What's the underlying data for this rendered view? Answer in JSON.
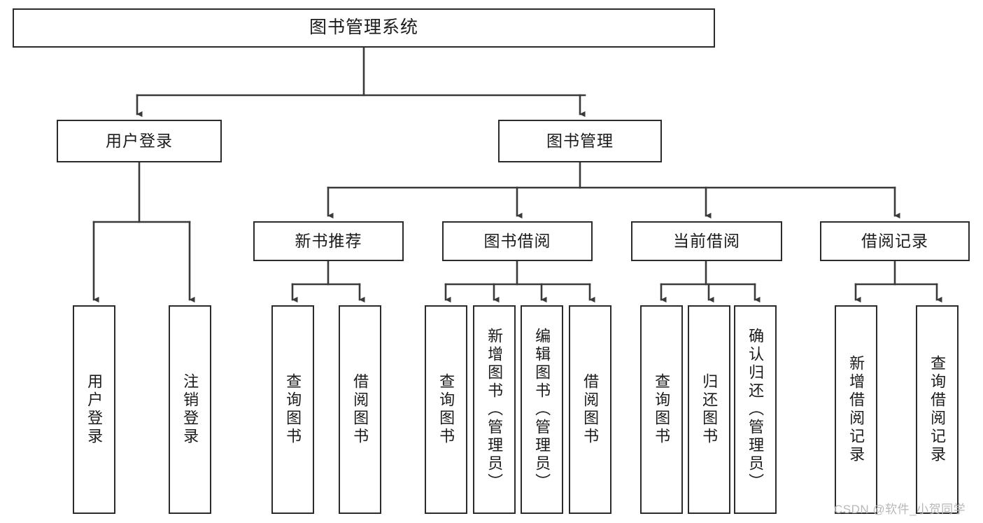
{
  "diagram": {
    "type": "tree-hierarchy-chart",
    "title": "图书管理系统",
    "background_color": "#ffffff",
    "box_border_color": "#2b2b2b",
    "text_color": "#1b1b1b",
    "watermark": "CSDN @软件_小贺同学",
    "nodes": {
      "root": {
        "label": "图书管理系统",
        "orientation": "horizontal"
      },
      "level1": [
        {
          "id": "user-login",
          "label": "用户登录",
          "orientation": "horizontal"
        },
        {
          "id": "book-management",
          "label": "图书管理",
          "orientation": "horizontal"
        }
      ],
      "level2": [
        {
          "id": "new-book-recommend",
          "label": "新书推荐",
          "orientation": "horizontal"
        },
        {
          "id": "book-borrow",
          "label": "图书借阅",
          "orientation": "horizontal"
        },
        {
          "id": "current-borrow",
          "label": "当前借阅",
          "orientation": "horizontal"
        },
        {
          "id": "borrow-record",
          "label": "借阅记录",
          "orientation": "horizontal"
        }
      ],
      "leaves": [
        {
          "id": "leaf-user-login",
          "parent": "user-login",
          "label": "用户登录",
          "orientation": "vertical"
        },
        {
          "id": "leaf-user-logout",
          "parent": "user-login",
          "label": "注销登录",
          "orientation": "vertical"
        },
        {
          "id": "leaf-query-book-1",
          "parent": "new-book-recommend",
          "label": "查询图书",
          "orientation": "vertical"
        },
        {
          "id": "leaf-borrow-book-1",
          "parent": "new-book-recommend",
          "label": "借阅图书",
          "orientation": "vertical"
        },
        {
          "id": "leaf-query-book-2",
          "parent": "book-borrow",
          "label": "查询图书",
          "orientation": "vertical"
        },
        {
          "id": "leaf-add-book",
          "parent": "book-borrow",
          "label": "新增图书（管理员）",
          "orientation": "vertical"
        },
        {
          "id": "leaf-edit-book",
          "parent": "book-borrow",
          "label": "编辑图书（管理员）",
          "orientation": "vertical"
        },
        {
          "id": "leaf-borrow-book-2",
          "parent": "book-borrow",
          "label": "借阅图书",
          "orientation": "vertical"
        },
        {
          "id": "leaf-query-book-3",
          "parent": "current-borrow",
          "label": "查询图书",
          "orientation": "vertical"
        },
        {
          "id": "leaf-return-book",
          "parent": "current-borrow",
          "label": "归还图书",
          "orientation": "vertical"
        },
        {
          "id": "leaf-confirm-return",
          "parent": "current-borrow",
          "label": "确认归还（管理员）",
          "orientation": "vertical"
        },
        {
          "id": "leaf-add-record",
          "parent": "borrow-record",
          "label": "新增借阅记录",
          "orientation": "vertical"
        },
        {
          "id": "leaf-query-record",
          "parent": "borrow-record",
          "label": "查询借阅记录",
          "orientation": "vertical"
        }
      ]
    }
  }
}
